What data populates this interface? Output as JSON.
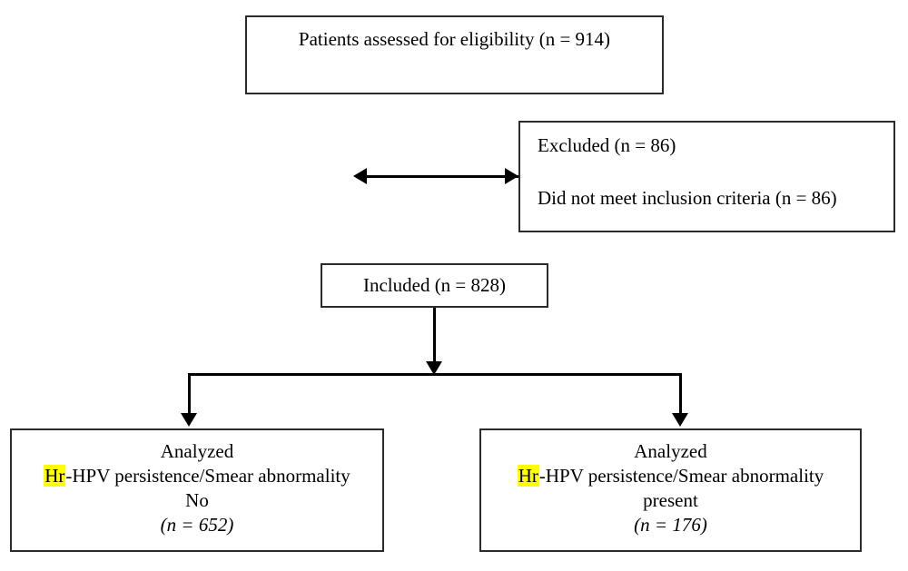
{
  "diagram": {
    "type": "consort-flow-diagram",
    "highlight_color": "#ffff00",
    "line_color": "#000000",
    "box_border_color": "#2b2b2b",
    "background": "#ffffff"
  },
  "boxes": {
    "eligibility": {
      "text": "Patients assessed for eligibility (n = 914)",
      "count": 914
    },
    "excluded": {
      "line_1": "Excluded (n = 86)",
      "line_2": "Did not meet inclusion criteria (n = 86)",
      "count": 86
    },
    "included": {
      "text": "Included (n = 828)",
      "count": 828
    },
    "analyzed_left": {
      "line_1": "Analyzed",
      "line_2_highlight": "Hr",
      "line_2_rest": "-HPV persistence/Smear abnormality",
      "line_3": "No",
      "line_4": "(n = 652)",
      "count": 652
    },
    "analyzed_right": {
      "line_1": "Analyzed",
      "line_2_highlight": "Hr",
      "line_2_rest": "-HPV persistence/Smear abnormality",
      "line_3": "present",
      "line_4": "(n = 176)",
      "count": 176
    }
  },
  "connectors": {
    "eligibility_to_excluded": "double-headed-horizontal-arrow",
    "included_to_split": "downward-arrow",
    "split_to_left": "downward-arrow",
    "split_to_right": "downward-arrow"
  }
}
